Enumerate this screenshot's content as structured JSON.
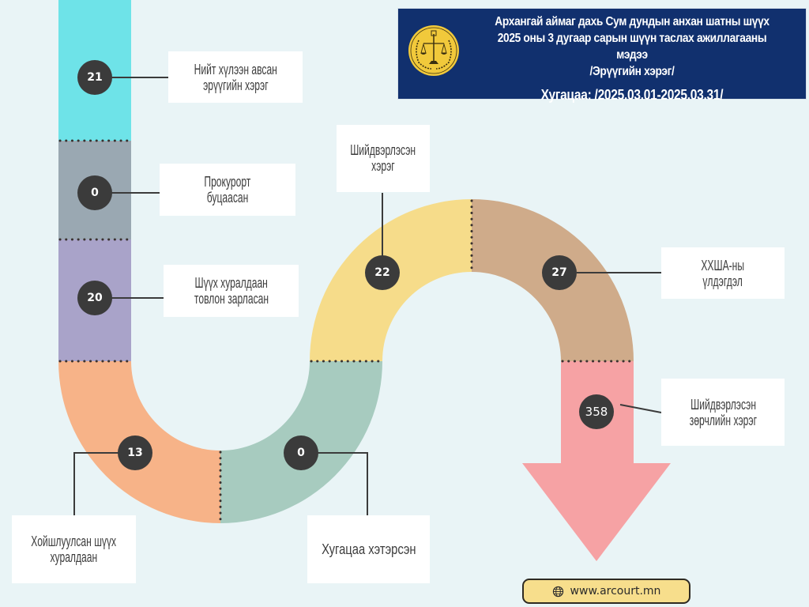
{
  "header": {
    "title_line1": "Архангай аймаг дахь Сум дундын анхан шатны шүүх",
    "title_line2": "2025 оны 3 дугаар сарын шүүн таслах ажиллагааны мэдээ",
    "title_line3": "/Эрүүгийн хэрэг/",
    "period": "Хугацаа: /2025.03.01-2025.03.31/",
    "emblem_icon": "scales-of-justice-emblem"
  },
  "segments": [
    {
      "id": "total-received",
      "value": "21",
      "label_line1": "Нийт хүлээн авсан",
      "label_line2": "эрүүгийн хэрэг",
      "color": "#6ee3e8"
    },
    {
      "id": "returned-to-prosecutor",
      "value": "0",
      "label_line1": "Прокурорт",
      "label_line2": "буцаасан",
      "color": "#9aa8b2"
    },
    {
      "id": "hearing-scheduled",
      "value": "20",
      "label_line1": "Шүүх хуралдаан",
      "label_line2": "товлон зарласан",
      "color": "#a9a3c9"
    },
    {
      "id": "postponed-hearings",
      "value": "13",
      "label_line1": "Хойшлуулсан шүүх",
      "label_line2": "хуралдаан",
      "color": "#f7b388"
    },
    {
      "id": "overdue",
      "value": "0",
      "label_line1": "Хугацаа хэтэрсэн",
      "label_line2": "",
      "color": "#a7cbbf"
    },
    {
      "id": "resolved-cases",
      "value": "22",
      "label_line1": "Шийдвэрлэсэн",
      "label_line2": "хэрэг",
      "color": "#f6dc8a"
    },
    {
      "id": "balance",
      "value": "27",
      "label_line1": "ХХША-ны",
      "label_line2": "үлдэгдэл",
      "color": "#cfab8a"
    },
    {
      "id": "resolved-violations",
      "value": "358",
      "label_line1": "Шийдвэрлэсэн",
      "label_line2": "зөрчлийн хэрэг",
      "color": "#f6a2a4"
    }
  ],
  "footer": {
    "website": "www.arcourt.mn",
    "website_icon": "globe-icon"
  },
  "colors": {
    "background": "#e9f4f6",
    "header_bg": "#11306e",
    "badge_bg": "#3b3b3b",
    "divider": "#3a3230",
    "emblem_gold": "#f1c93b",
    "website_bg": "#f7de8c"
  }
}
